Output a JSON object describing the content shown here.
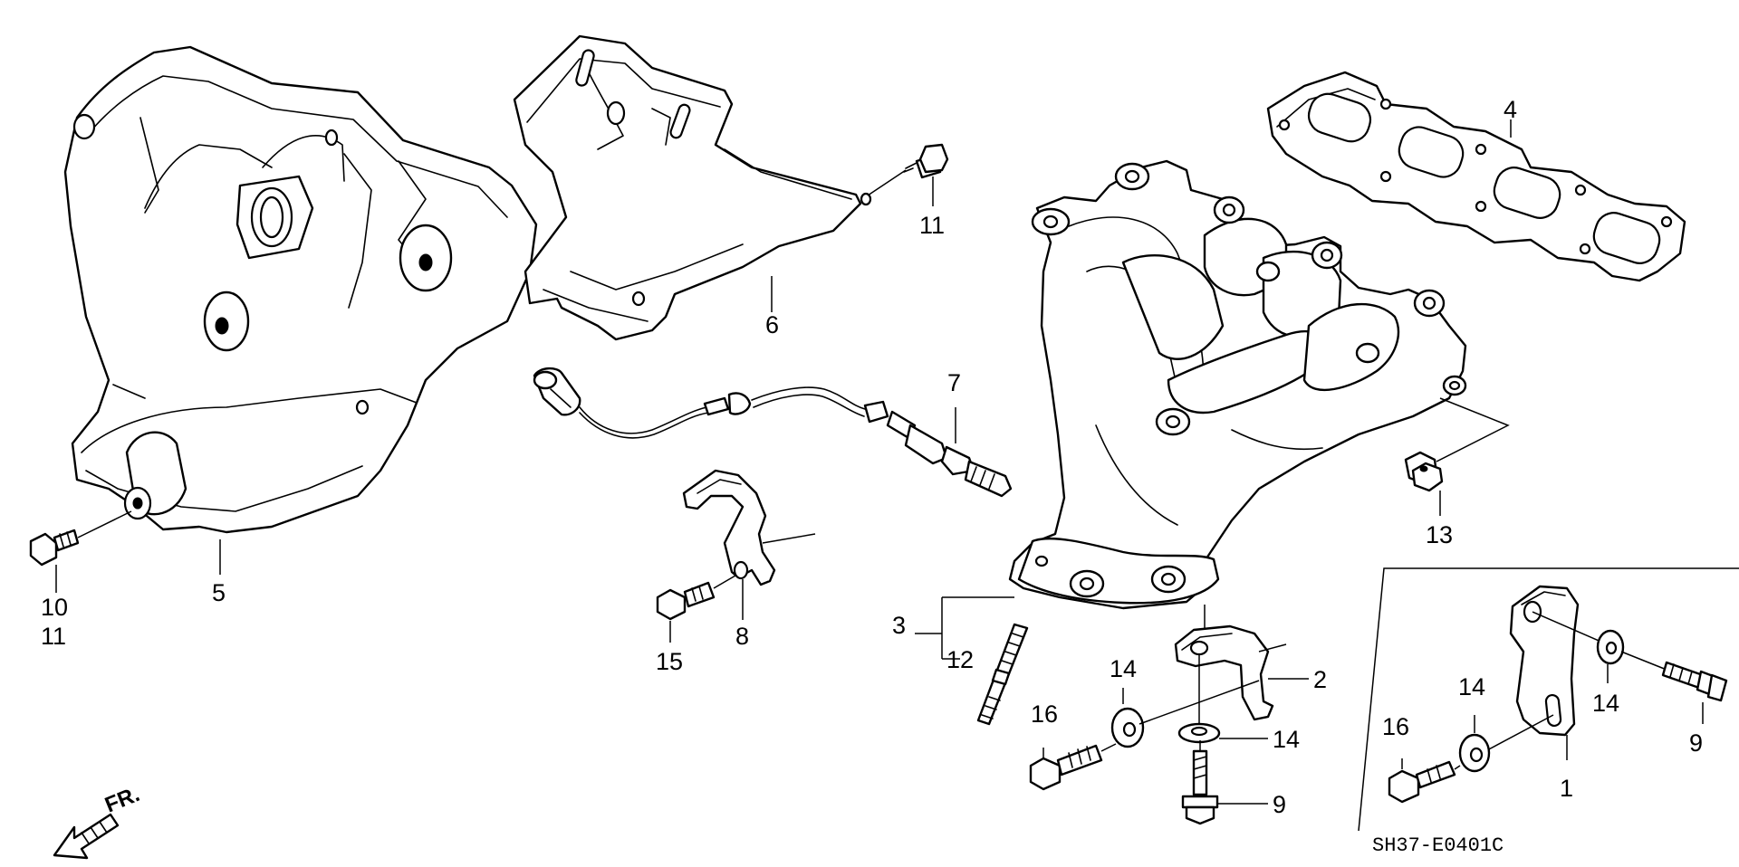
{
  "diagram": {
    "code": "SH37-E0401C",
    "direction_label": "FR.",
    "callouts": [
      {
        "id": "1",
        "text": "1"
      },
      {
        "id": "2",
        "text": "2"
      },
      {
        "id": "3",
        "text": "3"
      },
      {
        "id": "4",
        "text": "4"
      },
      {
        "id": "5",
        "text": "5"
      },
      {
        "id": "6",
        "text": "6"
      },
      {
        "id": "7",
        "text": "7"
      },
      {
        "id": "8",
        "text": "8"
      },
      {
        "id": "9a",
        "text": "9"
      },
      {
        "id": "9b",
        "text": "9"
      },
      {
        "id": "10",
        "text": "10"
      },
      {
        "id": "11a",
        "text": "11"
      },
      {
        "id": "11b",
        "text": "11"
      },
      {
        "id": "12",
        "text": "12"
      },
      {
        "id": "13",
        "text": "13"
      },
      {
        "id": "14a",
        "text": "14"
      },
      {
        "id": "14b",
        "text": "14"
      },
      {
        "id": "14c",
        "text": "14"
      },
      {
        "id": "14d",
        "text": "14"
      },
      {
        "id": "15",
        "text": "15"
      },
      {
        "id": "16a",
        "text": "16"
      },
      {
        "id": "16b",
        "text": "16"
      }
    ]
  }
}
